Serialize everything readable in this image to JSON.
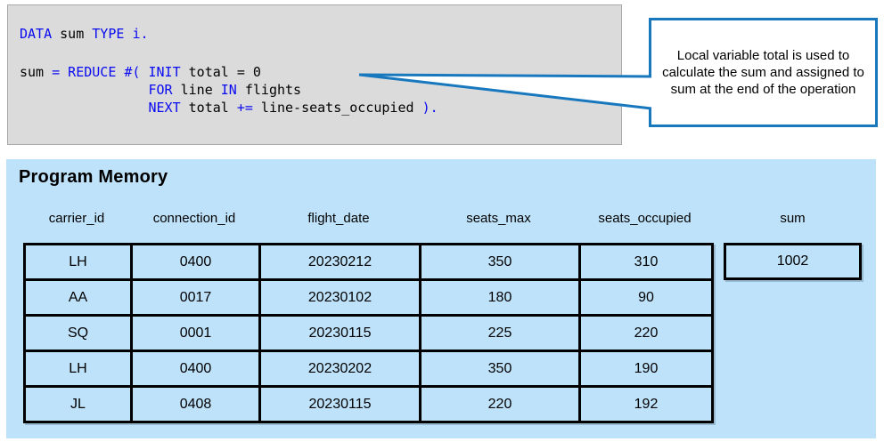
{
  "code_panel": {
    "lines": [
      [
        {
          "t": "DATA",
          "k": true
        },
        {
          "t": " sum ",
          "k": false
        },
        {
          "t": "TYPE",
          "k": true
        },
        {
          "t": " ",
          "k": false
        },
        {
          "t": "i.",
          "k": true
        }
      ],
      [],
      [
        {
          "t": "sum ",
          "k": false
        },
        {
          "t": "= REDUCE #( INIT",
          "k": true
        },
        {
          "t": " total = 0",
          "k": false
        }
      ],
      [
        {
          "t": "                ",
          "k": false
        },
        {
          "t": "FOR",
          "k": true
        },
        {
          "t": " line ",
          "k": false
        },
        {
          "t": "IN",
          "k": true
        },
        {
          "t": " flights",
          "k": false
        }
      ],
      [
        {
          "t": "                ",
          "k": false
        },
        {
          "t": "NEXT",
          "k": true
        },
        {
          "t": " total ",
          "k": false
        },
        {
          "t": "+=",
          "k": true
        },
        {
          "t": " line-seats_occupied ",
          "k": false
        },
        {
          "t": ").",
          "k": true
        }
      ]
    ]
  },
  "callout": {
    "text": "Local variable total is used to calculate the sum and assigned to sum at the end of the operation"
  },
  "memory_panel": {
    "title": "Program Memory",
    "columns": [
      "carrier_id",
      "connection_id",
      "flight_date",
      "seats_max",
      "seats_occupied"
    ],
    "sum_label": "sum",
    "rows": [
      [
        "LH",
        "0400",
        "20230212",
        "350",
        "310"
      ],
      [
        "AA",
        "0017",
        "20230102",
        "180",
        "90"
      ],
      [
        "SQ",
        "0001",
        "20230115",
        "225",
        "220"
      ],
      [
        "LH",
        "0400",
        "20230202",
        "350",
        "190"
      ],
      [
        "JL",
        "0408",
        "20230115",
        "220",
        "192"
      ]
    ],
    "sum_value": "1002"
  },
  "colors": {
    "keyword_blue": "#0a0af0",
    "callout_border_blue": "#1878be",
    "panel_background_blue": "#bee2fa",
    "code_background_gray": "#dbdbdb",
    "table_border_black": "#000000"
  }
}
